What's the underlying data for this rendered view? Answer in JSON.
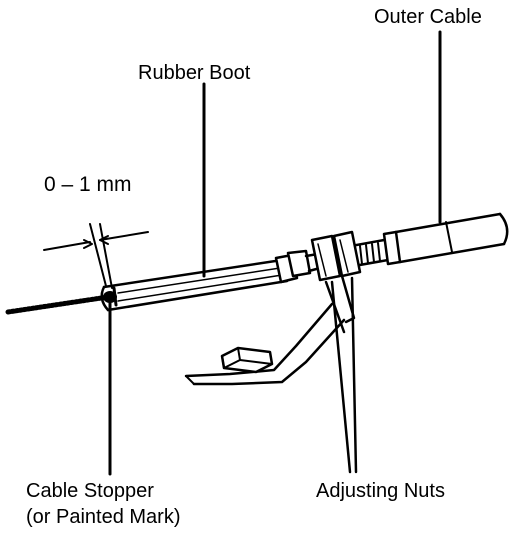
{
  "labels": {
    "outer_cable": "Outer Cable",
    "rubber_boot": "Rubber Boot",
    "gap": "0 – 1 mm",
    "cable_stopper_line1": "Cable Stopper",
    "cable_stopper_line2": "(or Painted Mark)",
    "adjusting_nuts": "Adjusting Nuts"
  },
  "colors": {
    "ink": "#000000",
    "paper": "#ffffff"
  }
}
